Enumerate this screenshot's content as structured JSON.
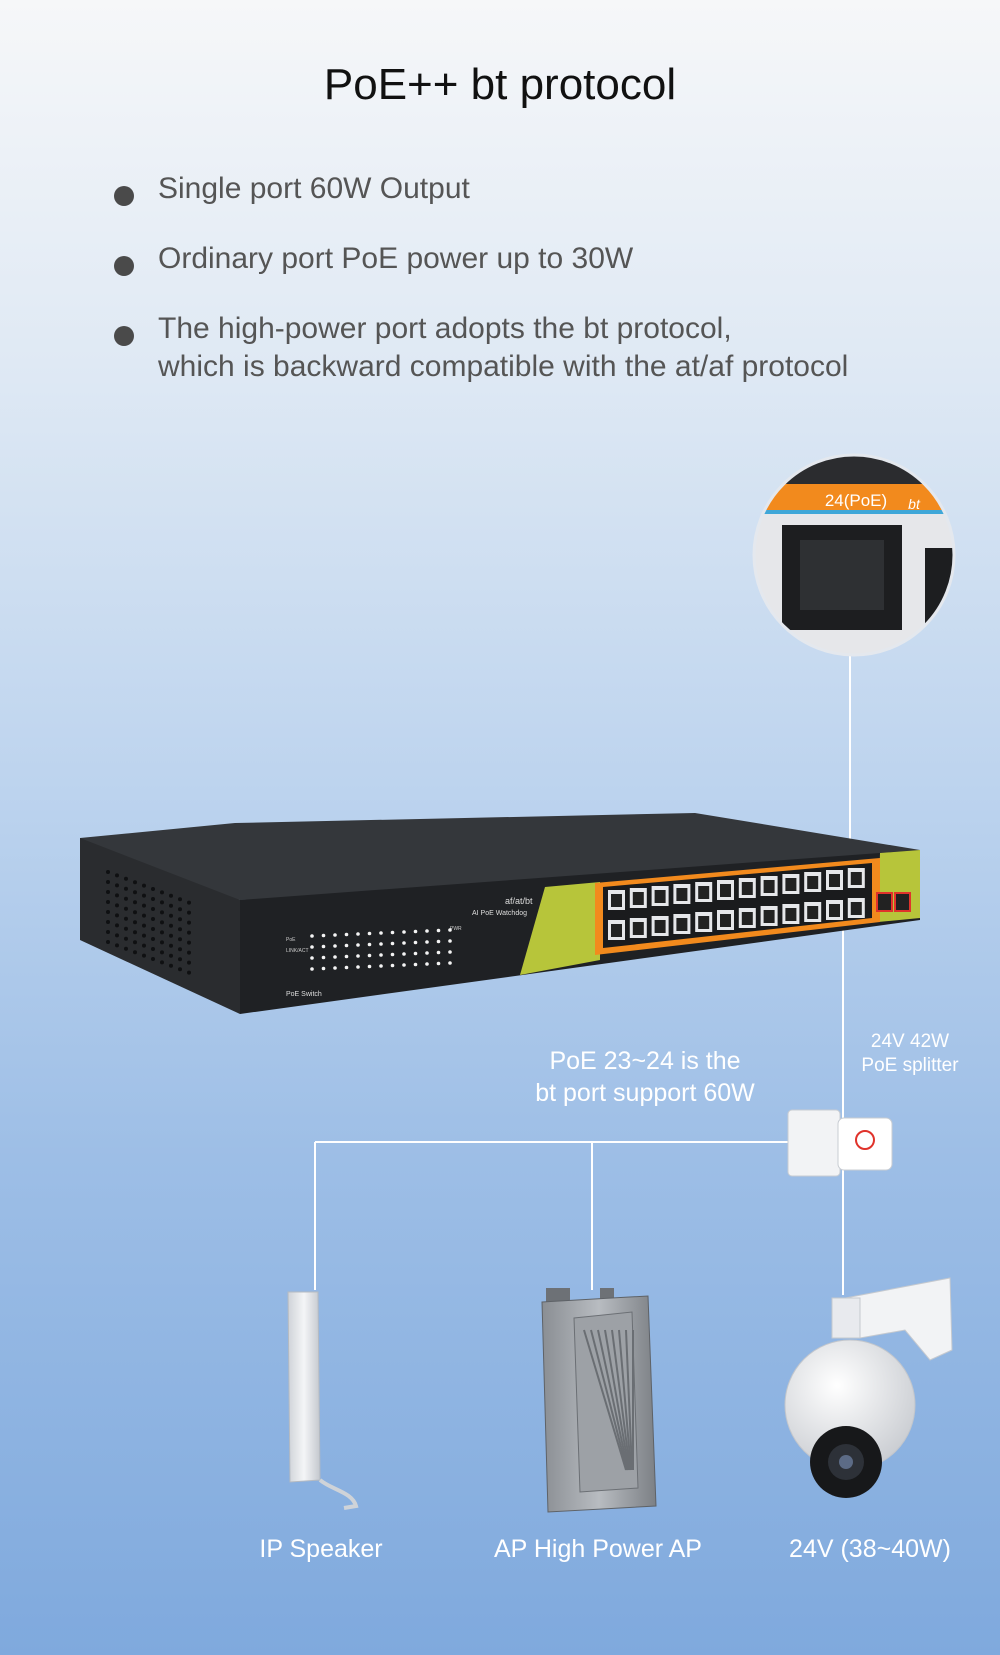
{
  "title": "PoE++  bt protocol",
  "features": [
    {
      "lines": [
        "Single port 60W Output"
      ]
    },
    {
      "lines": [
        "Ordinary port PoE power up to 30W"
      ]
    },
    {
      "lines": [
        "The high-power port adopts the bt protocol,",
        "which is backward compatible with the at/af protocol"
      ]
    }
  ],
  "zoom_label": {
    "port": "24(PoE)",
    "protocol": "bt"
  },
  "switch_panel": {
    "standard": "af/at/bt",
    "watchdog": "AI PoE Watchdog",
    "poe_label": "PoE",
    "link_label": "LINK/ACT",
    "product_label": "PoE Switch",
    "pwr_label": "PWR"
  },
  "bt_caption": [
    "PoE 23~24 is the",
    "bt port support 60W"
  ],
  "splitter_caption": [
    "24V 42W",
    "PoE splitter"
  ],
  "devices": {
    "speaker": "IP Speaker",
    "ap": "AP High Power AP",
    "camera": "24V  (38~40W)"
  },
  "colors": {
    "accent_orange": "#f28a1d",
    "accent_lime": "#b7c53a",
    "switch_body": "#2a2c2f",
    "port_outline": "#e0332b"
  }
}
